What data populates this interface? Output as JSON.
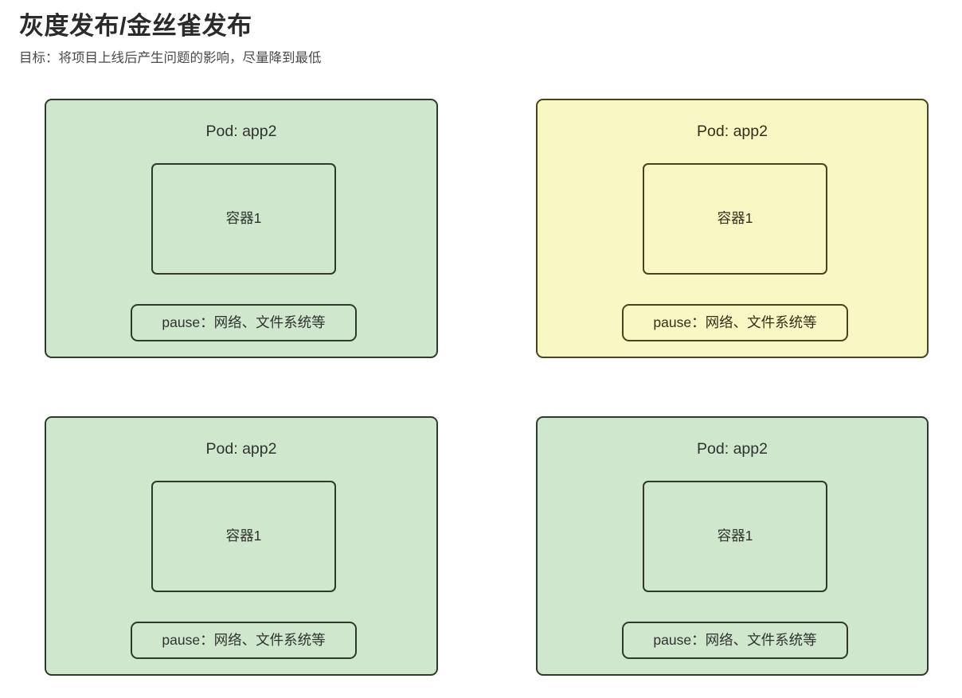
{
  "header": {
    "title": "灰度发布/金丝雀发布",
    "subtitle": "目标：将项目上线后产生问题的影响，尽量降到最低"
  },
  "colors": {
    "page_background": "#ffffff",
    "pod_fill_default": "#cfe7cd",
    "pod_fill_highlight": "#f9f7c4",
    "border_default": "#2e3b2b",
    "border_highlight": "#4a431f",
    "title_text": "#2b2b2b",
    "body_text": "#313131"
  },
  "diagram": {
    "pods": [
      {
        "id": "pod-top-left",
        "position": "top-left",
        "variant": "default",
        "title": "Pod: app2",
        "container_label": "容器1",
        "pause_label": "pause：网络、文件系统等"
      },
      {
        "id": "pod-top-right",
        "position": "top-right",
        "variant": "highlight",
        "title": "Pod: app2",
        "container_label": "容器1",
        "pause_label": "pause：网络、文件系统等"
      },
      {
        "id": "pod-bottom-left",
        "position": "bottom-left",
        "variant": "default",
        "title": "Pod: app2",
        "container_label": "容器1",
        "pause_label": "pause：网络、文件系统等"
      },
      {
        "id": "pod-bottom-right",
        "position": "bottom-right",
        "variant": "default",
        "title": "Pod: app2",
        "container_label": "容器1",
        "pause_label": "pause：网络、文件系统等"
      }
    ]
  }
}
